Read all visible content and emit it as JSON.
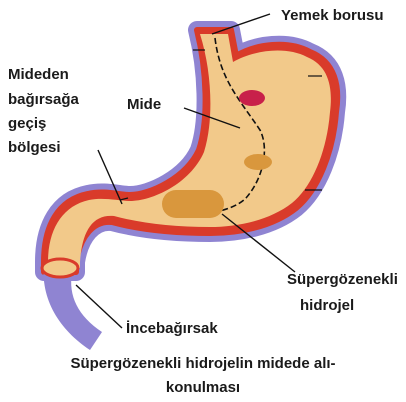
{
  "labels": {
    "esophagus": "Yemek borusu",
    "pylorus_line1": "Mideden",
    "pylorus_line2": "bağırsağa",
    "pylorus_line3": "geçiş",
    "pylorus_line4": "bölgesi",
    "stomach": "Mide",
    "hydrogel_line1": "Süpergözenekli",
    "hydrogel_line2": "hidrojel",
    "intestine": "İncebağırsak"
  },
  "caption": {
    "line1": "Süpergözenekli hidrojelin midede alı-",
    "line2": "konulması"
  },
  "colors": {
    "stomach_fill": "#f2c98a",
    "outer_glow": "#8f84d2",
    "wall_red": "#d93b2a",
    "hydrogel": "#d9973d",
    "dark_spot": "#c8204a",
    "leader_line": "#111111"
  }
}
